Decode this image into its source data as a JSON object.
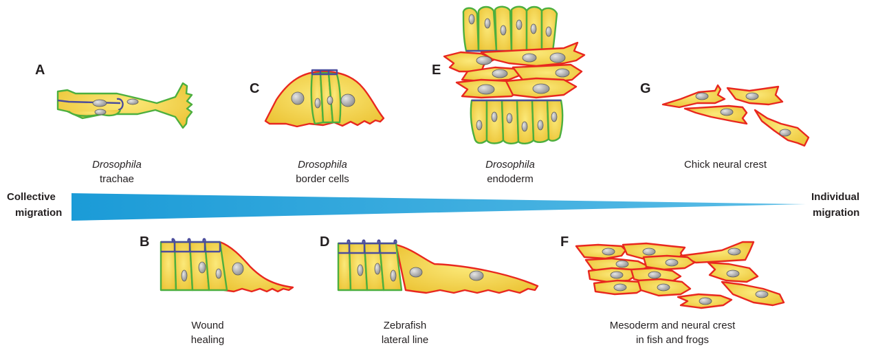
{
  "panels": {
    "A": {
      "letter": "A",
      "caption_italic": "Drosophila",
      "caption": "trachae"
    },
    "B": {
      "letter": "B",
      "caption_line1": "Wound",
      "caption_line2": "healing"
    },
    "C": {
      "letter": "C",
      "caption_italic": "Drosophila",
      "caption": "border cells"
    },
    "D": {
      "letter": "D",
      "caption_line1": "Zebrafish",
      "caption_line2": "lateral line"
    },
    "E": {
      "letter": "E",
      "caption_italic": "Drosophila",
      "caption": "endoderm"
    },
    "F": {
      "letter": "F",
      "caption_line1": "Mesoderm and neural crest",
      "caption_line2": "in fish and frogs"
    },
    "G": {
      "letter": "G",
      "caption_line1": "Chick neural crest"
    }
  },
  "axis": {
    "left_line1": "Collective",
    "left_line2": "migration",
    "right_line1": "Individual",
    "right_line2": "migration"
  },
  "colors": {
    "epithelial_outline": "#4caf3e",
    "mesenchymal_outline": "#e8271f",
    "junction": "#4a4c9c",
    "cell_fill": "#f2d454",
    "gradient_bar": "#1b9bd7"
  }
}
